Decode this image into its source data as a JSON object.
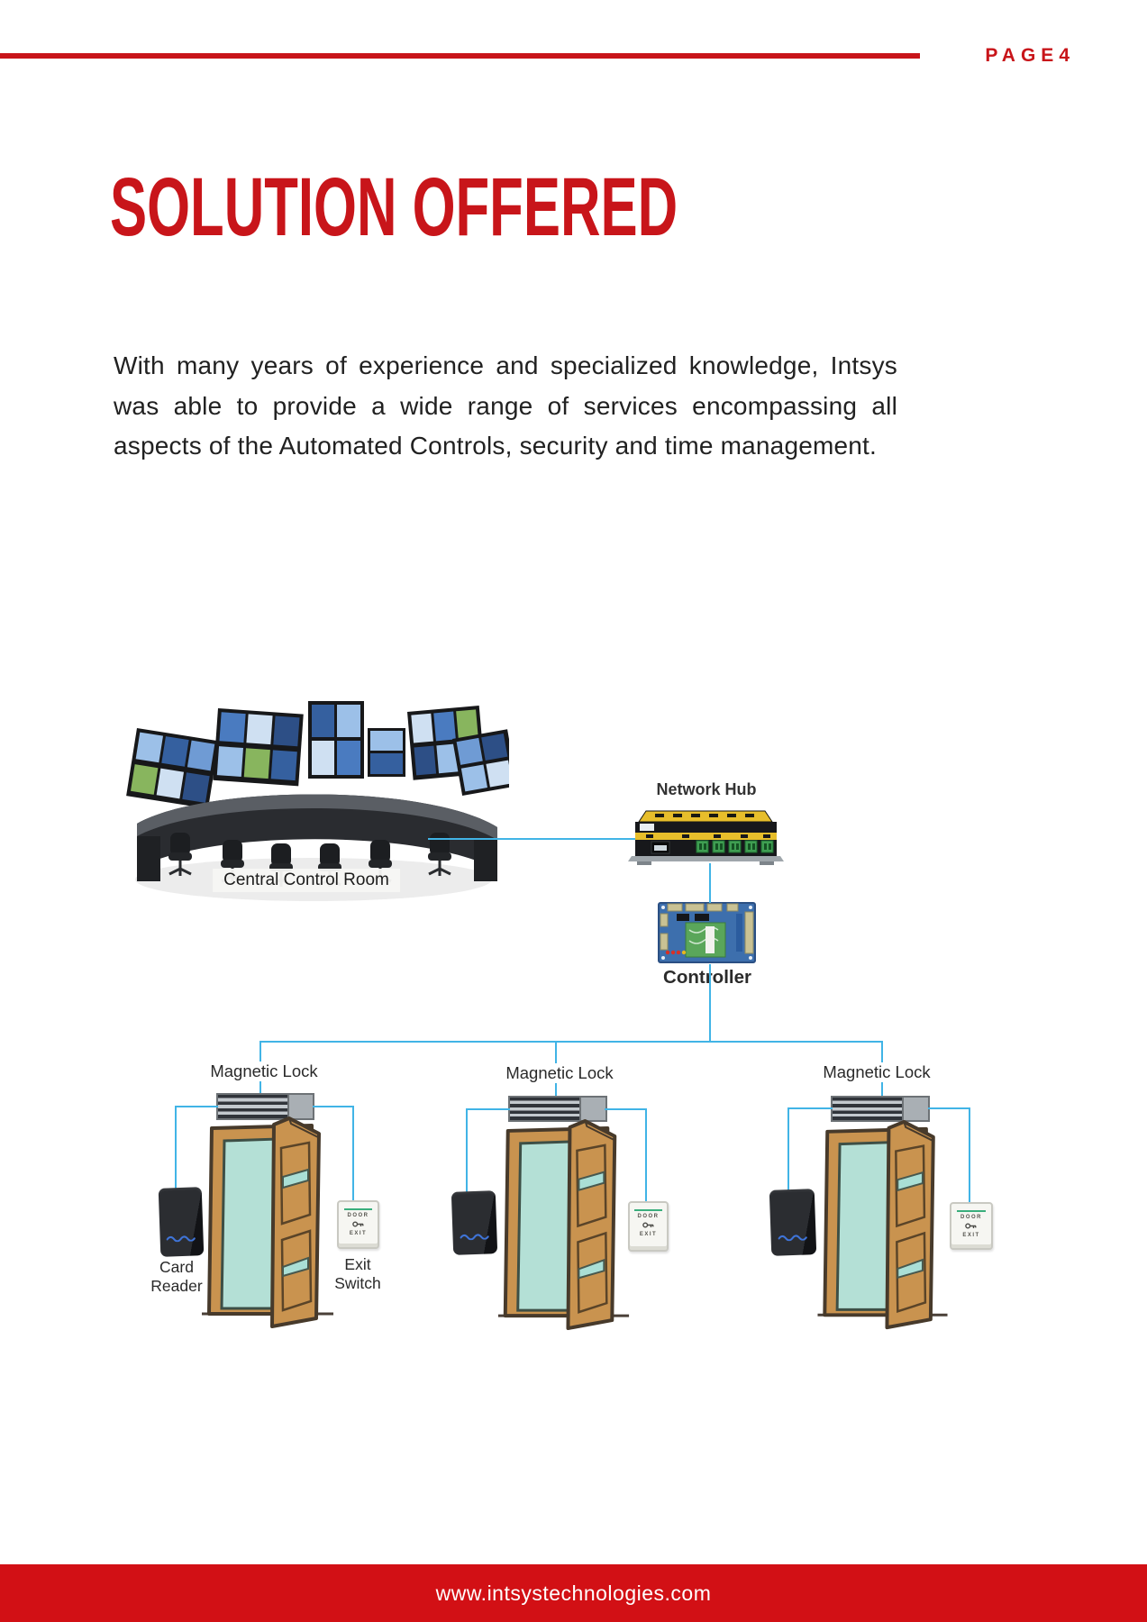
{
  "header": {
    "page_label": "PAGE4"
  },
  "title": "SOLUTION OFFERED",
  "intro": "With many years of experience and specialized knowledge, Intsys was able to provide a wide range of services encompassing all aspects of the Automated Controls, security and time management.",
  "diagram": {
    "control_room_label": "Central Control Room",
    "network_hub_label": "Network Hub",
    "controller_label": "Controller",
    "doors": [
      {
        "lock_label": "Magnetic Lock",
        "reader_label": "Card Reader",
        "switch_label": "Exit Switch"
      },
      {
        "lock_label": "Magnetic Lock"
      },
      {
        "lock_label": "Magnetic Lock"
      }
    ],
    "exit_switch": {
      "top_word": "DOOR",
      "bottom_word": "EXIT"
    }
  },
  "footer": {
    "url": "www.intsystechnologies.com"
  },
  "colors": {
    "accent_red": "#C8151A",
    "footer_red": "#D21015",
    "connector_blue": "#41B4E6"
  }
}
